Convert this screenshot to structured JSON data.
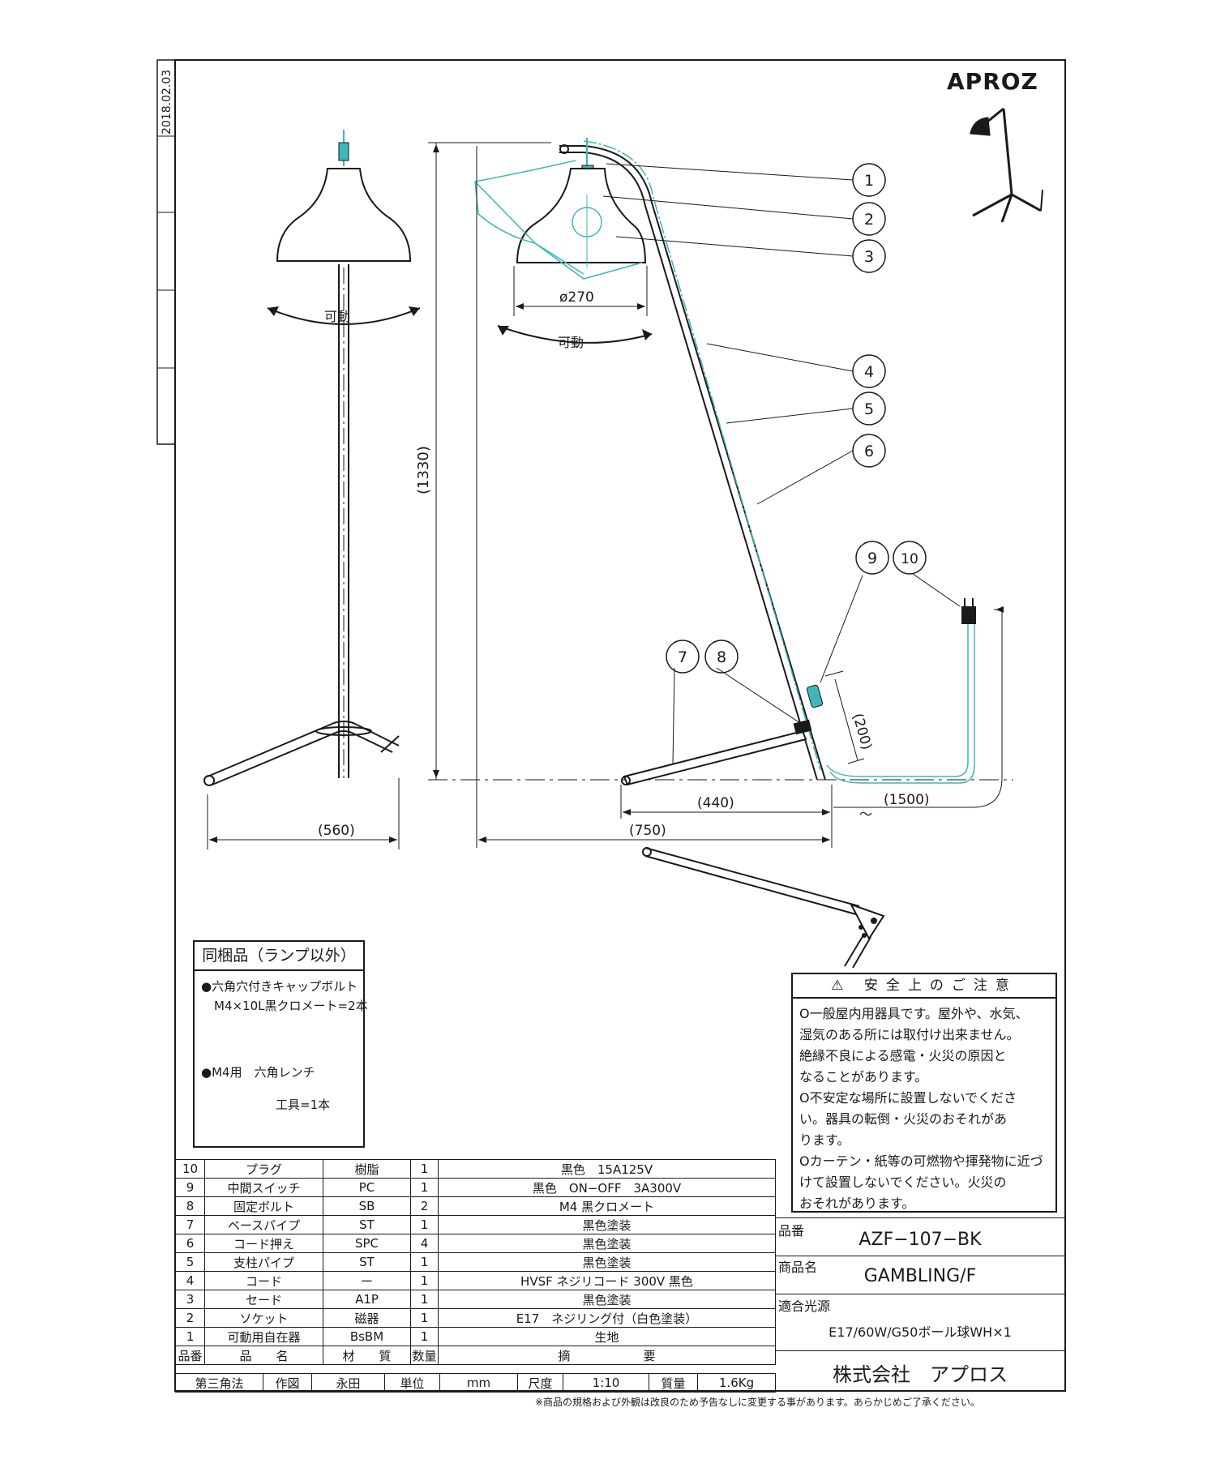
{
  "brand": "APROZ",
  "date": "2018.02.03",
  "dimensions": {
    "height": "(1330)",
    "shade_dia": "ø270",
    "base_width_front": "(560)",
    "base_depth": "(440)",
    "total_depth": "(750)",
    "cord": "(1500)",
    "switch_pos": "(200)"
  },
  "labels": {
    "movable": "可動",
    "tilde": "～"
  },
  "callouts": [
    "1",
    "2",
    "3",
    "4",
    "5",
    "6",
    "7",
    "8",
    "9",
    "10"
  ],
  "bundle": {
    "title": "同梱品（ランプ以外）",
    "item1_line1": "●六角穴付きキャップボルト",
    "item1_line2": "M4×10L黒クロメート=2本",
    "item2_line1": "●M4用　六角レンチ",
    "item2_line2": "工具=1本"
  },
  "safety": {
    "title": "⚠ 安全上のご注意",
    "lines": [
      "O一般屋内用器具です。屋外や、水気、",
      "湿気のある所には取付け出来ません。",
      "絶縁不良による感電・火災の原因と",
      "なることがあります。",
      "O不安定な場所に設置しないでくださ",
      "い。器具の転倒・火災のおそれがあ",
      "ります。",
      "Oカーテン・紙等の可燃物や揮発物に近づ",
      "けて設置しないでください。火災の",
      "おそれがあります。"
    ]
  },
  "parts": [
    {
      "no": "10",
      "name": "プラグ",
      "material": "樹脂",
      "qty": "1",
      "spec": "黒色　15A125V"
    },
    {
      "no": "9",
      "name": "中間スイッチ",
      "material": "PC",
      "qty": "1",
      "spec": "黒色　ON−OFF　3A300V"
    },
    {
      "no": "8",
      "name": "固定ボルト",
      "material": "SB",
      "qty": "2",
      "spec": "M4 黒クロメート"
    },
    {
      "no": "7",
      "name": "ベースパイプ",
      "material": "ST",
      "qty": "1",
      "spec": "黒色塗装"
    },
    {
      "no": "6",
      "name": "コード押え",
      "material": "SPC",
      "qty": "4",
      "spec": "黒色塗装"
    },
    {
      "no": "5",
      "name": "支柱パイプ",
      "material": "ST",
      "qty": "1",
      "spec": "黒色塗装"
    },
    {
      "no": "4",
      "name": "コード",
      "material": "ー",
      "qty": "1",
      "spec": "HVSF ネジリコード 300V 黒色"
    },
    {
      "no": "3",
      "name": "セード",
      "material": "A1P",
      "qty": "1",
      "spec": "黒色塗装"
    },
    {
      "no": "2",
      "name": "ソケット",
      "material": "磁器",
      "qty": "1",
      "spec": "E17　ネジリング付（白色塗装）"
    },
    {
      "no": "1",
      "name": "可動用自在器",
      "material": "BsBM",
      "qty": "1",
      "spec": "生地"
    }
  ],
  "parts_header": {
    "no": "品番",
    "name": "品　　名",
    "material": "材　　質",
    "qty": "数量",
    "spec": "摘　　　　　　要"
  },
  "footer": {
    "method": "第三角法",
    "drawn_label": "作図",
    "drawn": "永田",
    "unit_label": "単位",
    "unit": "mm",
    "scale_label": "尺度",
    "scale": "1:10",
    "mass_label": "質量",
    "mass": "1.6Kg"
  },
  "titleblock": {
    "part_no_label": "品番",
    "part_no": "AZF−107−BK",
    "product_label": "商品名",
    "product": "GAMBLING/F",
    "light_label": "適合光源",
    "light": "E17/60W/G50ボール球WH×1",
    "company": "株式会社　アプロス"
  },
  "note": "※商品の規格および外観は改良のため予告なしに変更する事があります。あらかじめご了承ください。"
}
